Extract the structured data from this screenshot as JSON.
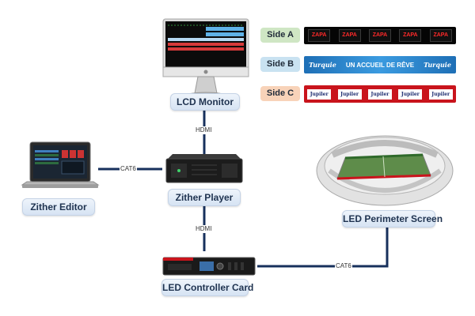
{
  "nodes": {
    "lcd_monitor": "LCD Monitor",
    "zither_player": "Zither Player",
    "zither_editor": "Zither Editor",
    "led_controller": "LED Controller Card",
    "led_perimeter": "LED Perimeter Screen"
  },
  "connections": {
    "monitor_player": "HDMI",
    "editor_player": "CAT6",
    "player_controller": "HDMI",
    "controller_screen": "CAT6"
  },
  "sides": [
    {
      "label": "Side A",
      "color": "#cfe6c4"
    },
    {
      "label": "Side B",
      "color": "#c9e2f1"
    },
    {
      "label": "Side C",
      "color": "#f8d3b9"
    }
  ],
  "banners": {
    "side_a": {
      "logos": [
        "ZAPA",
        "ZAPA",
        "ZAPA",
        "ZAPA",
        "ZAPA"
      ]
    },
    "side_b": {
      "brand_left": "Turquie",
      "text": "UN ACCUEIL DE RÊVE",
      "brand_right": "Turquie"
    },
    "side_c": {
      "logos": [
        "Jupiler",
        "Jupiler",
        "Jupiler",
        "Jupiler",
        "Jupiler"
      ]
    }
  },
  "colors": {
    "connector": "#17305c",
    "label_text": "#1f3350"
  }
}
